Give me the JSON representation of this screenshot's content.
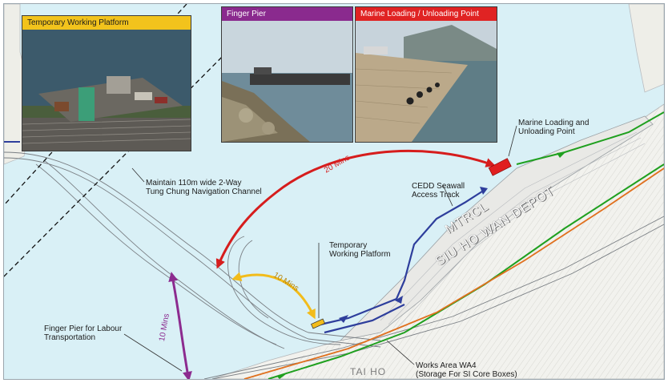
{
  "photos": {
    "working_platform": {
      "header": "Temporary Working Platform",
      "header_bg": "#f2c31c",
      "header_fg": "#1a1a1a"
    },
    "finger_pier": {
      "header": "Finger Pier",
      "header_bg": "#8a2a8e",
      "header_fg": "#ffffff"
    },
    "marine_point": {
      "header": "Marine Loading / Unloading Point",
      "header_bg": "#e02323",
      "header_fg": "#ffffff"
    }
  },
  "labels": {
    "channel": [
      "Maintain 110m wide 2-Way",
      "Tung Chung Navigation Channel"
    ],
    "marine_point": [
      "Marine Loading and",
      "Unloading Point"
    ],
    "seawall": [
      "CEDD Seawall",
      "Access Track"
    ],
    "platform": [
      "Temporary",
      "Working Platform"
    ],
    "finger_pier": [
      "Finger Pier for Labour",
      "Transportation"
    ],
    "works_area": [
      "Works Area WA4",
      "(Storage For SI Core Boxes)"
    ],
    "depot_line1": "MTRCL",
    "depot_line2": "SIU HO WAN DEPOT",
    "tai_ho": "TAI HO"
  },
  "times": {
    "red": "20 Mins",
    "yellow": "10 Mins",
    "purple": "10 Mins"
  },
  "colors": {
    "sea": "#d9f0f6",
    "land": "#f2f2ee",
    "red_route": "#d61d1d",
    "yellow_route": "#f2bc1b",
    "purple_route": "#8c2b8f",
    "blue_route": "#2e3e9c",
    "green_route": "#1fa01f",
    "orange_route": "#e0701e"
  }
}
